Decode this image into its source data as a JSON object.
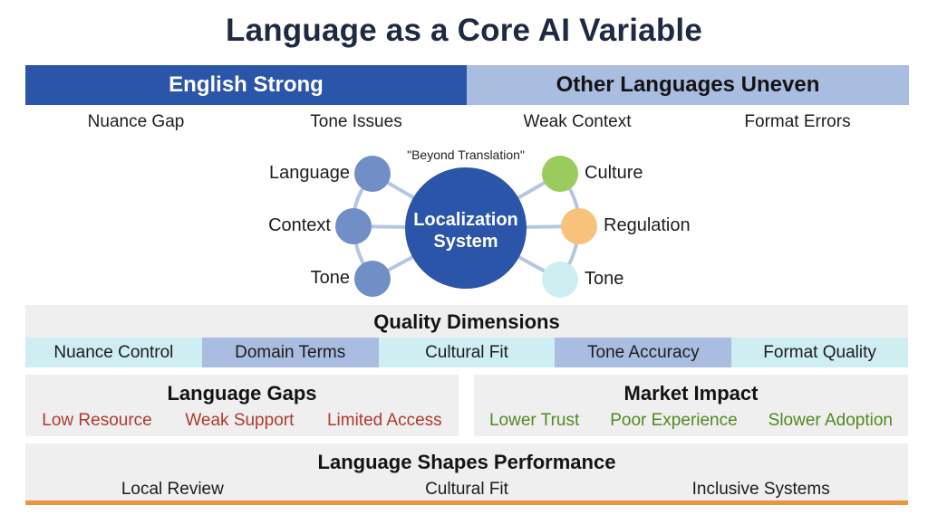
{
  "title": "Language as a Core AI Variable",
  "banner": {
    "left_label": "English Strong",
    "right_label": "Other Languages Uneven",
    "left_color": "#2a55a8",
    "right_color": "#a9bde0"
  },
  "issues": [
    "Nuance Gap",
    "Tone Issues",
    "Weak Context",
    "Format Errors"
  ],
  "diagram": {
    "quote": "\"Beyond Translation\"",
    "center": {
      "line1": "Localization",
      "line2": "System",
      "color": "#2a55a8"
    },
    "left_nodes": [
      {
        "label": "Language",
        "color": "#6f8fc6"
      },
      {
        "label": "Context",
        "color": "#6f8fc6"
      },
      {
        "label": "Tone",
        "color": "#6f8fc6"
      }
    ],
    "right_nodes": [
      {
        "label": "Culture",
        "color": "#9acb5c"
      },
      {
        "label": "Regulation",
        "color": "#f8c27a"
      },
      {
        "label": "Tone",
        "color": "#cfeef2"
      }
    ]
  },
  "quality": {
    "title": "Quality Dimensions",
    "items": [
      "Nuance Control",
      "Domain Terms",
      "Cultural Fit",
      "Tone Accuracy",
      "Format Quality"
    ]
  },
  "gaps": {
    "title": "Language Gaps",
    "items": [
      "Low Resource",
      "Weak Support",
      "Limited Access"
    ],
    "color": "#b03a2e"
  },
  "impact": {
    "title": "Market Impact",
    "items": [
      "Lower Trust",
      "Poor Experience",
      "Slower Adoption"
    ],
    "color": "#4f8a1f"
  },
  "shapes": {
    "title": "Language Shapes Performance",
    "items": [
      "Local Review",
      "Cultural Fit",
      "Inclusive Systems"
    ],
    "accent": "#e9973a"
  }
}
